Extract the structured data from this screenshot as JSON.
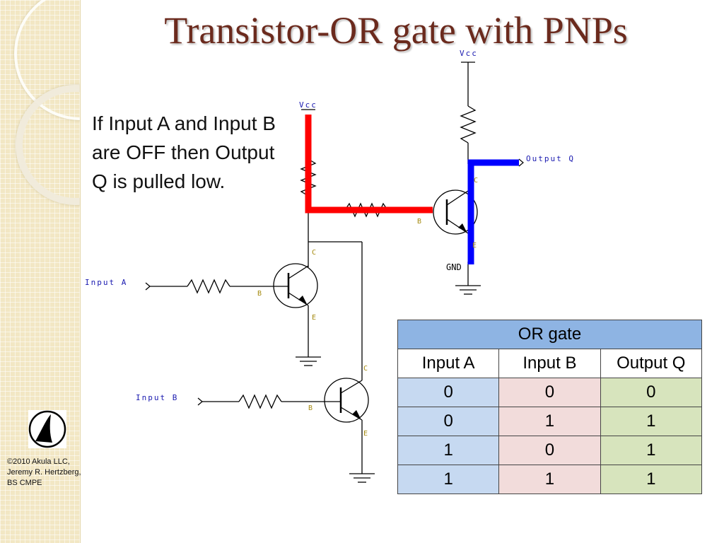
{
  "slide": {
    "title": "Transistor-OR gate with PNPs",
    "description": "If Input A and Input B are OFF then Output Q is pulled low.",
    "copyright": [
      "©2010 Akula LLC,",
      "Jeremy R. Hertzberg,",
      "BS CMPE"
    ]
  },
  "circuit": {
    "labels": {
      "vcc_top": "Vcc",
      "vcc_left": "Vcc",
      "output": "Output Q",
      "input_a": "Input A",
      "input_b": "Input B",
      "gnd": "GND",
      "pin_c": "C",
      "pin_b": "B",
      "pin_e": "E"
    },
    "colors": {
      "high_path": "#ff0000",
      "output_path": "#0000ff"
    }
  },
  "truth_table": {
    "title": "OR gate",
    "headers": [
      "Input A",
      "Input B",
      "Output Q"
    ],
    "rows": [
      [
        "0",
        "0",
        "0"
      ],
      [
        "0",
        "1",
        "1"
      ],
      [
        "1",
        "0",
        "1"
      ],
      [
        "1",
        "1",
        "1"
      ]
    ]
  }
}
